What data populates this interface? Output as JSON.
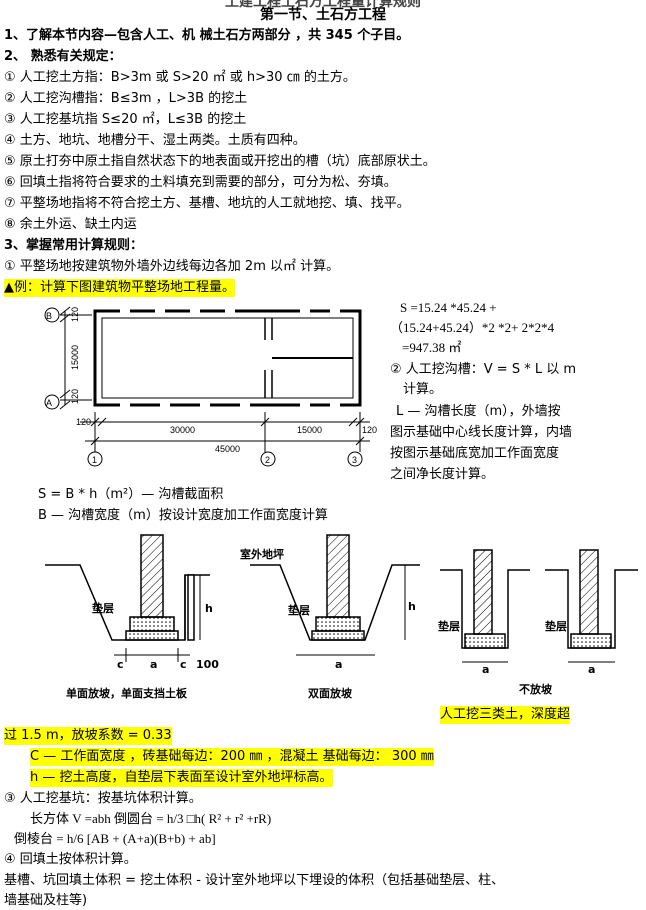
{
  "doc": {
    "top_cut": "土建工程土石方工程量计算规则",
    "title": "第一节、土石方工程",
    "s1": "1、了解本节内容—包含人工、机 械土石方两部分 ，共 345 个子目。",
    "s2": "2、  熟悉有关规定：",
    "items": [
      "① 人工挖土方指：B>3m  或  S>20 ㎡  或    h>30 ㎝  的土方。",
      "② 人工挖沟槽指：B≤3m  ，L>3B 的挖土",
      "③ 人工挖基坑指 S≤20 ㎡，L≤3B 的挖土",
      "④ 土方、地坑、地槽分干、湿土两类。土质有四种。",
      "⑤ 原土打夯中原土指自然状态下的地表面或开挖出的槽（坑）底部原状土。",
      "⑥ 回填土指将符合要求的土料填充到需要的部分，可分为松、夯填。",
      "⑦ 平整场地指将不符合挖土方、基槽、地坑的人工就地挖、填、找平。",
      "⑧ 余土外运、缺土内运"
    ],
    "s3": "3、掌握常用计算规则：",
    "r1": "①   平整场地按建筑物外墙外边线每边各加  2m 以㎡  计算。",
    "example": "▲例：计算下图建筑物平整场地工程量。",
    "calc1": "S      =15.24      *45.24      +",
    "calc2": "（15.24+45.24）*2 *2+ 2*2*4",
    "calc3": "=947.38  ㎡",
    "r2a": "②  人工挖沟槽：V = S * L  以  m",
    "r2b": "计算。",
    "r2c": "L  —  沟槽长度（m），外墙按",
    "r2d": "图示基础中心线长度计算，内墙",
    "r2e": "按图示基础底宽加工作面宽度",
    "r2f": "之间净长度计算。",
    "sb": "S = B * h（m²）—  沟槽截面积",
    "bdef": "B  —  沟槽宽度（m）按设计宽度加工作面宽度计算",
    "caption1": "单面放坡，单面支挡土板",
    "caption2": "双面放坡",
    "caption3": "不放坡",
    "note1": "人工挖三类土，深度超",
    "note2": "过 1.5 m，放坡系数 = 0.33",
    "cdef": " C  —  工作面宽度 ，砖基础每边：200 ㎜ ，混凝土        基础每边：  300 ㎜",
    "hdef": " h  —  挖土高度，自垫层下表面至设计室外地坪标高。",
    "r3": "③  人工挖基坑：按基坑体积计算。",
    "f1": "长方体 V =abh       倒圆台  = h/3 □h( R² + r²   +rR)",
    "f2": "倒棱台    = h/6 [AB + (A+a)(B+b) + ab]",
    "r4": "④    回填土按体积计算。",
    "last1": "基槽、坑回填土体积  =  挖土体积  -    设计室外地坪以下埋设的体积（包括基础垫层、柱、",
    "last2": "墙基础及柱等)"
  },
  "plan": {
    "dim_top1": "120",
    "dim_mid": "15000",
    "dim_top2": "120",
    "dim_left": "120",
    "dim_30000": "30000",
    "dim_15000": "15000",
    "dim_right": "120",
    "dim_45000": "45000",
    "axis_a": "A",
    "axis_b": "B",
    "axis_1": "1",
    "axis_2": "2",
    "axis_3": "3"
  },
  "sections": {
    "cushion1": "垫层",
    "outdoor": "室外地坪",
    "cushion2": "垫层",
    "cushion3": "垫层",
    "cushion4": "垫层",
    "c": "c",
    "a": "a",
    "h": "h",
    "dim100": "100"
  }
}
